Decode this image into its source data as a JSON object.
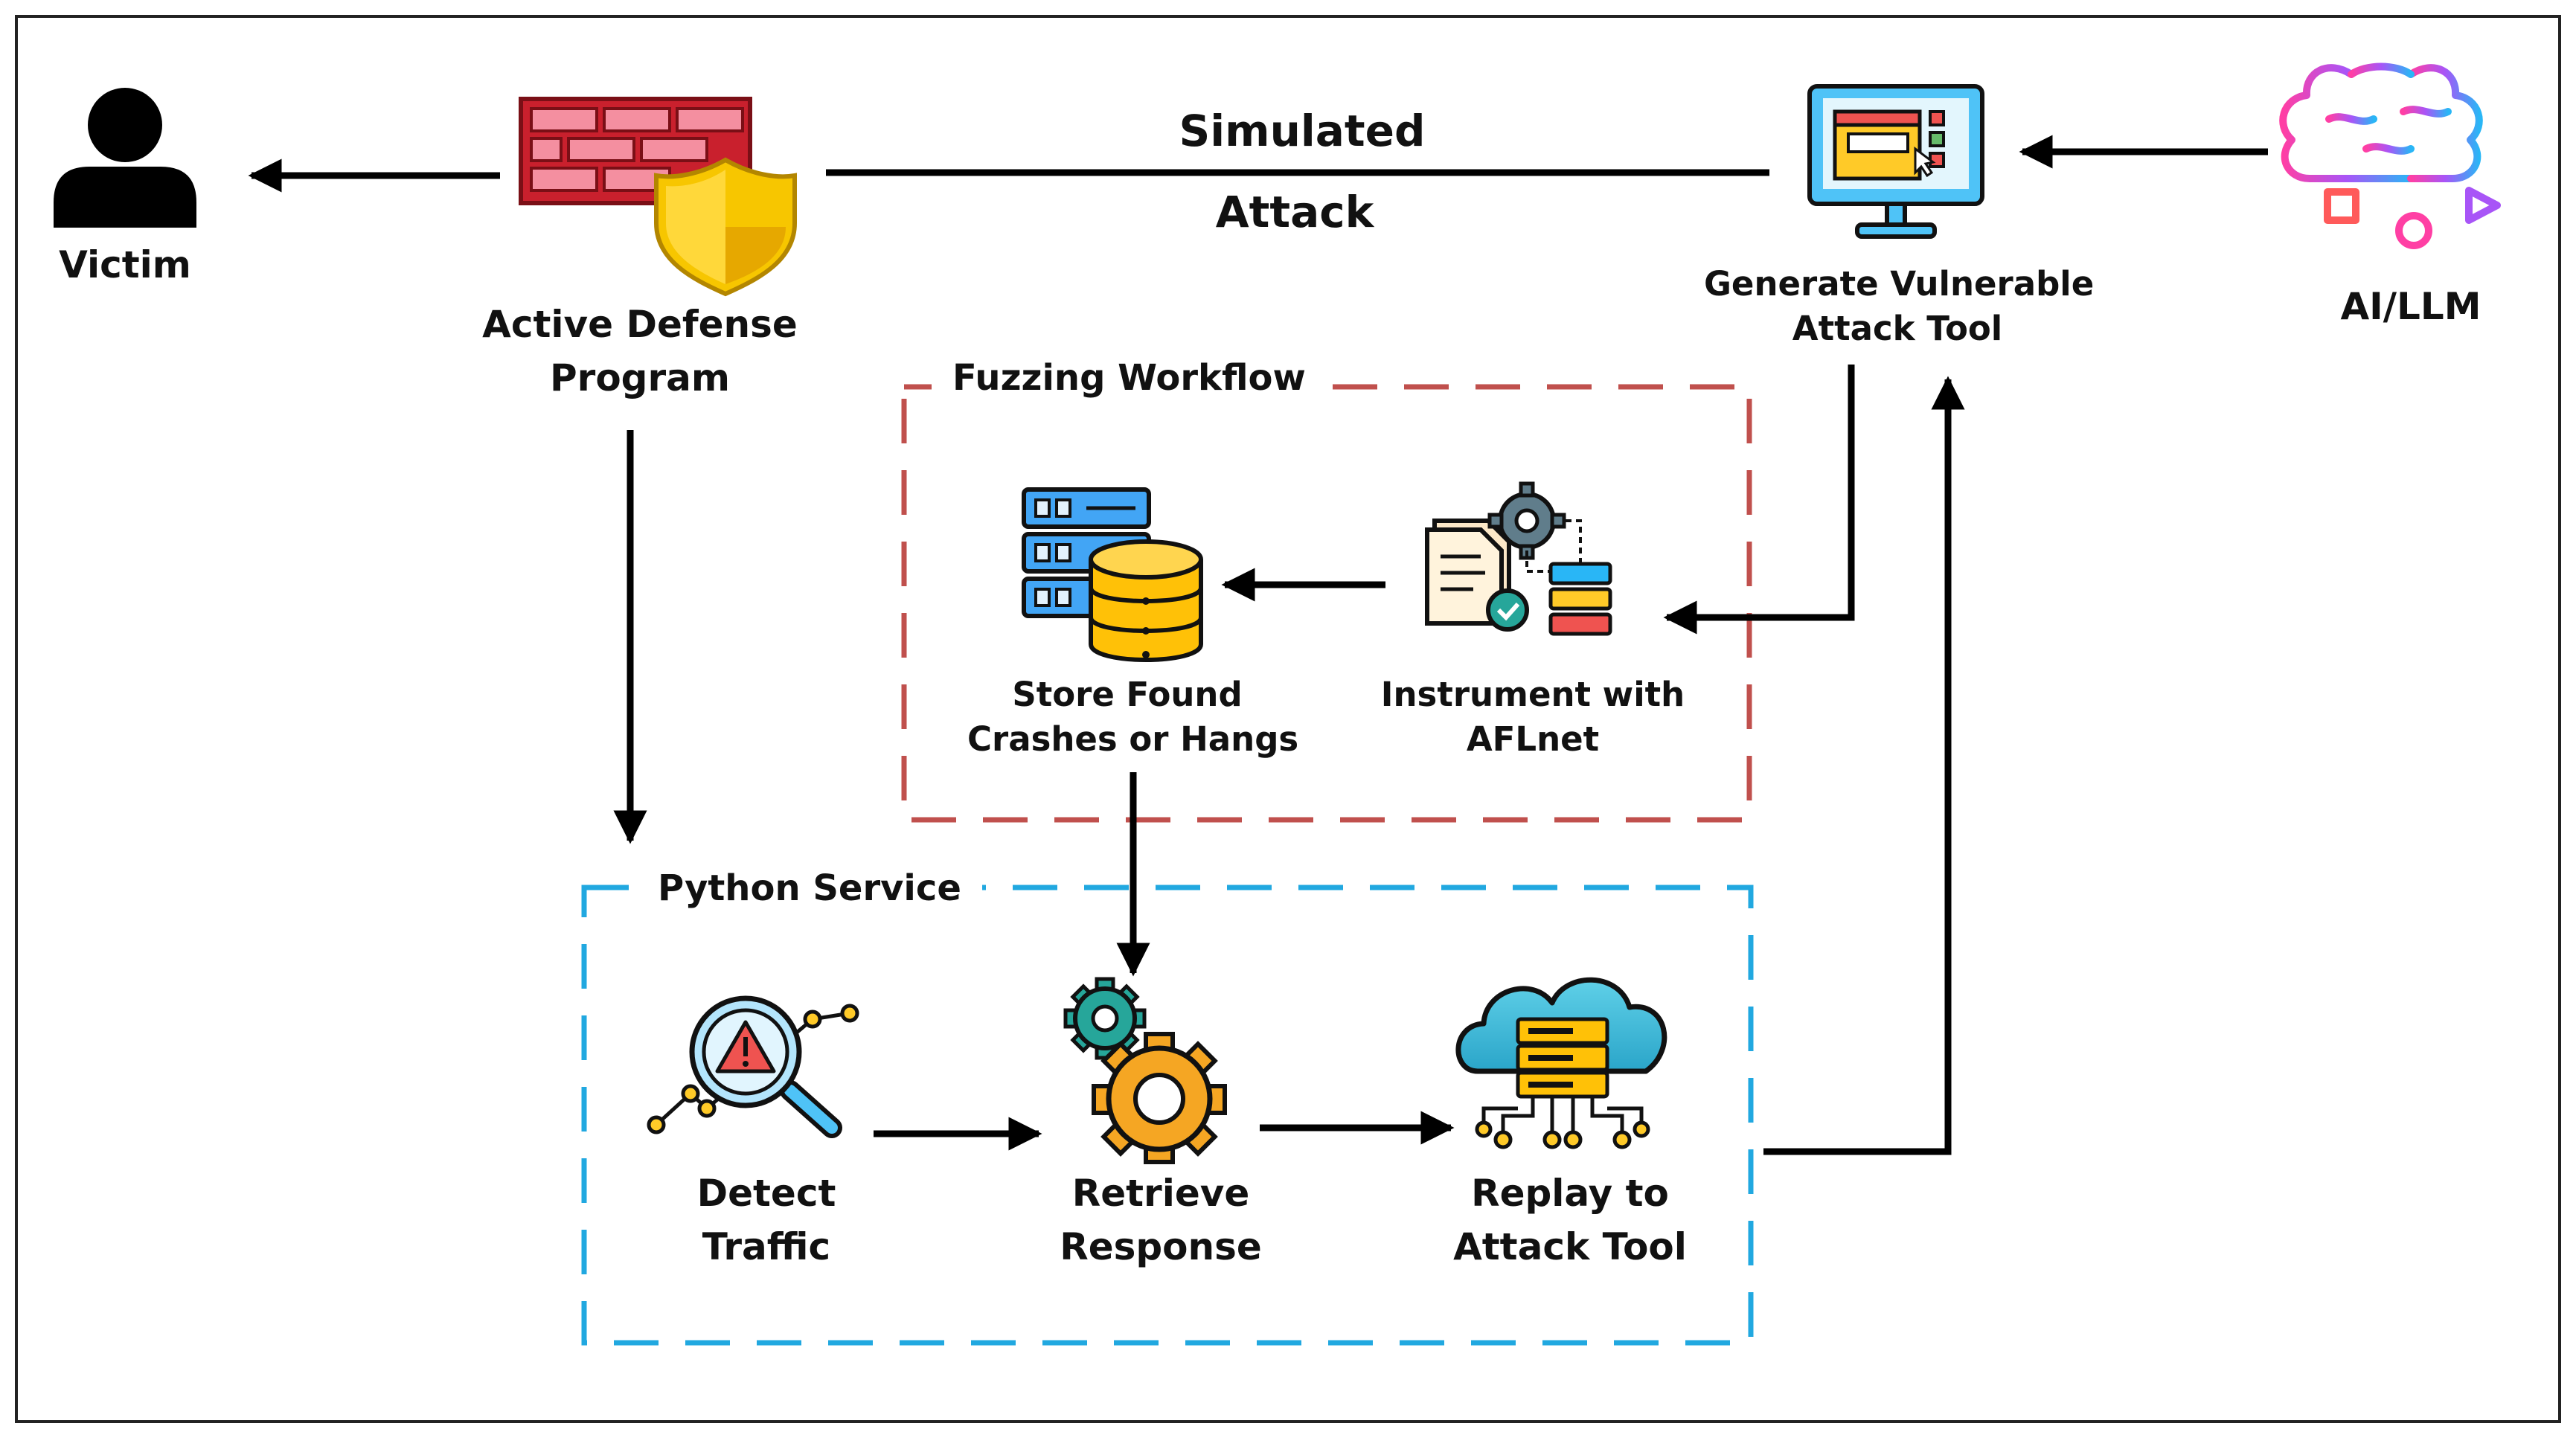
{
  "colors": {
    "fuzzing_border": "#c0504d",
    "python_border": "#21a8e0",
    "arrow": "#000000",
    "firewall_red": "#c9202d",
    "shield_yellow": "#f7c600",
    "monitor_blue": "#4fc3f7",
    "gear_orange": "#f5a623",
    "gear_teal": "#26a69a",
    "ai_gradient_start": "#ff3fa4",
    "ai_gradient_end": "#29b6f6"
  },
  "diagram": {
    "victim": {
      "label": "Victim",
      "icon": "person-icon"
    },
    "defense": {
      "label_line1": "Active Defense",
      "label_line2": "Program",
      "icon": "firewall-shield-icon"
    },
    "simulated_attack": {
      "line1": "Simulated",
      "line2": "Attack"
    },
    "generator": {
      "label_line1": "Generate Vulnerable",
      "label_line2": "Attack Tool",
      "icon": "monitor-code-icon"
    },
    "ai": {
      "label": "AI/LLM",
      "icon": "ai-brain-icon"
    },
    "fuzzing": {
      "title": "Fuzzing Workflow",
      "instrument": {
        "label_line1": "Instrument with",
        "label_line2": "AFLnet",
        "icon": "instrument-gear-icon"
      },
      "store": {
        "label_line1": "Store Found",
        "label_line2": "Crashes or Hangs",
        "icon": "server-database-icon"
      }
    },
    "python": {
      "title": "Python Service",
      "detect": {
        "label_line1": "Detect",
        "label_line2": "Traffic",
        "icon": "magnifier-alert-icon"
      },
      "retrieve": {
        "label_line1": "Retrieve",
        "label_line2": "Response",
        "icon": "gears-icon"
      },
      "replay": {
        "label_line1": "Replay to",
        "label_line2": "Attack Tool",
        "icon": "cloud-server-icon"
      }
    }
  }
}
